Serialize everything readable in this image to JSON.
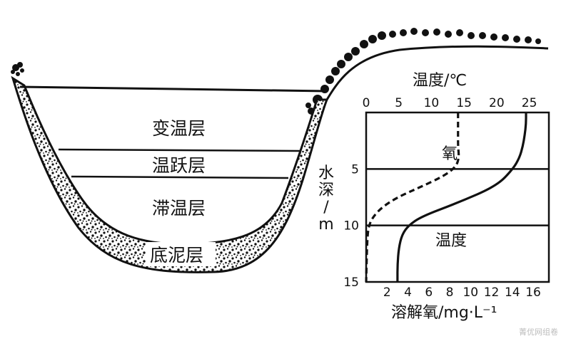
{
  "lake": {
    "layers": [
      "变温层",
      "温跃层",
      "滞温层",
      "底泥层"
    ]
  },
  "chart_data": {
    "type": "line",
    "top_axis": {
      "title": "温度/℃",
      "ticks": [
        0,
        5,
        10,
        15,
        20,
        25
      ],
      "range": [
        0,
        28
      ]
    },
    "bottom_axis": {
      "title": "溶解氧/mg·L⁻¹",
      "ticks": [
        2,
        4,
        6,
        8,
        10,
        12,
        14,
        16
      ],
      "range": [
        0,
        17.5
      ]
    },
    "left_axis": {
      "title": "水深/m",
      "ticks": [
        5,
        10,
        15
      ],
      "range": [
        0,
        15
      ],
      "inverted": true
    },
    "gridlines_y": [
      5,
      10
    ],
    "series": [
      {
        "name": "氧",
        "axis": "bottom",
        "style": "dashed",
        "points": [
          [
            8.8,
            0
          ],
          [
            8.8,
            1
          ],
          [
            8.8,
            2
          ],
          [
            8.8,
            3
          ],
          [
            8.9,
            4
          ],
          [
            8.6,
            4.8
          ],
          [
            7.5,
            5.6
          ],
          [
            5.2,
            6.6
          ],
          [
            3.0,
            7.5
          ],
          [
            1.5,
            8.4
          ],
          [
            0.6,
            9.3
          ],
          [
            0.2,
            10.2
          ],
          [
            0.1,
            11.5
          ],
          [
            0.05,
            13
          ],
          [
            0.0,
            15
          ]
        ]
      },
      {
        "name": "温度",
        "axis": "top",
        "style": "solid",
        "points": [
          [
            24.5,
            0
          ],
          [
            24.5,
            1
          ],
          [
            24.3,
            2
          ],
          [
            24.0,
            3
          ],
          [
            23.5,
            4
          ],
          [
            22.5,
            5
          ],
          [
            20.0,
            6.5
          ],
          [
            14.0,
            8
          ],
          [
            8.5,
            9.2
          ],
          [
            6.5,
            10
          ],
          [
            5.5,
            10.8
          ],
          [
            5.0,
            12
          ],
          [
            4.8,
            13.5
          ],
          [
            4.8,
            15
          ]
        ]
      }
    ]
  },
  "watermark": "菁优网组卷"
}
